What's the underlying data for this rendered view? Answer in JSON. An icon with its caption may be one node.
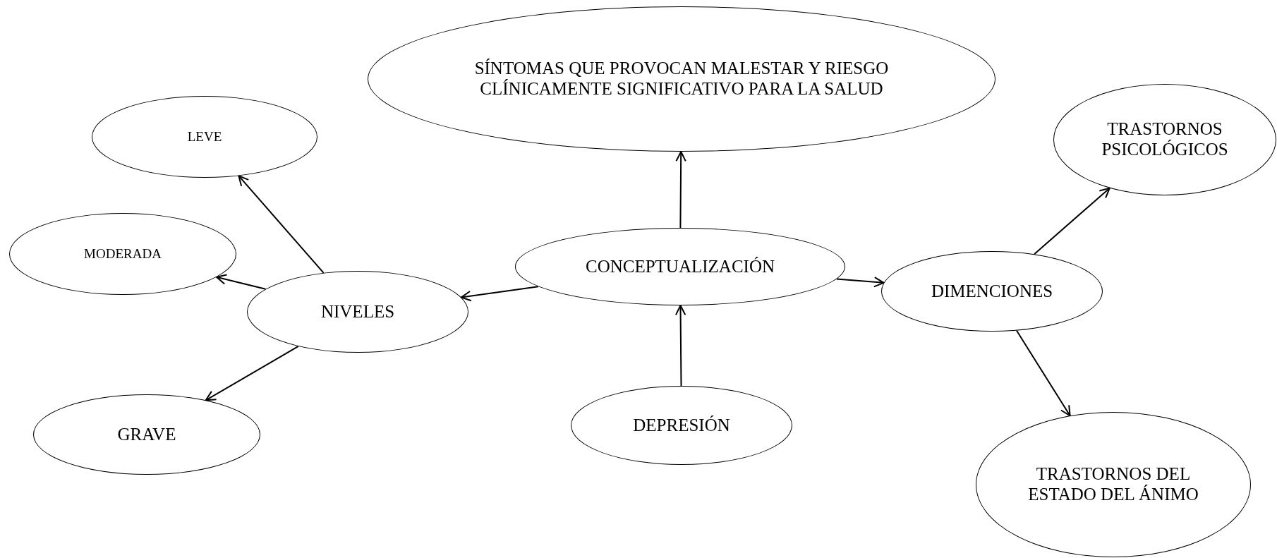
{
  "diagram": {
    "nodes": [
      {
        "text": [
          "SÍNTOMAS QUE PROVOCAN MALESTAR Y RIESGO CLÍNICAMENTE SIGNIFICATIVO PARA LA SALUD"
        ]
      },
      {
        "text": [
          "LEVE"
        ]
      },
      {
        "text": [
          "TRASTORNOS PSICOLÓGICOS"
        ]
      },
      {
        "text": [
          "MODERADA"
        ]
      },
      {
        "text": [
          "CONCEPTUALIZACIÓN"
        ]
      },
      {
        "text": [
          "DIMENCIONES"
        ]
      },
      {
        "text": [
          "NIVELES"
        ]
      },
      {
        "text": [
          "GRAVE"
        ]
      },
      {
        "text": [
          "DEPRESIÓN"
        ]
      },
      {
        "text": [
          "TRASTORNOS DEL ESTADO DEL ÁNIMO"
        ]
      }
    ],
    "edges": [
      {
        "from": 4,
        "to": 0,
        "arrow": "to"
      },
      {
        "from": 8,
        "to": 4,
        "arrow": "to"
      },
      {
        "from": 4,
        "to": 6,
        "arrow": "to"
      },
      {
        "from": 4,
        "to": 5,
        "arrow": "to"
      },
      {
        "from": 6,
        "to": 1,
        "arrow": "to"
      },
      {
        "from": 6,
        "to": 3,
        "arrow": "to"
      },
      {
        "from": 6,
        "to": 7,
        "arrow": "to"
      },
      {
        "from": 5,
        "to": 2,
        "arrow": "to"
      },
      {
        "from": 5,
        "to": 9,
        "arrow": "to"
      }
    ]
  }
}
